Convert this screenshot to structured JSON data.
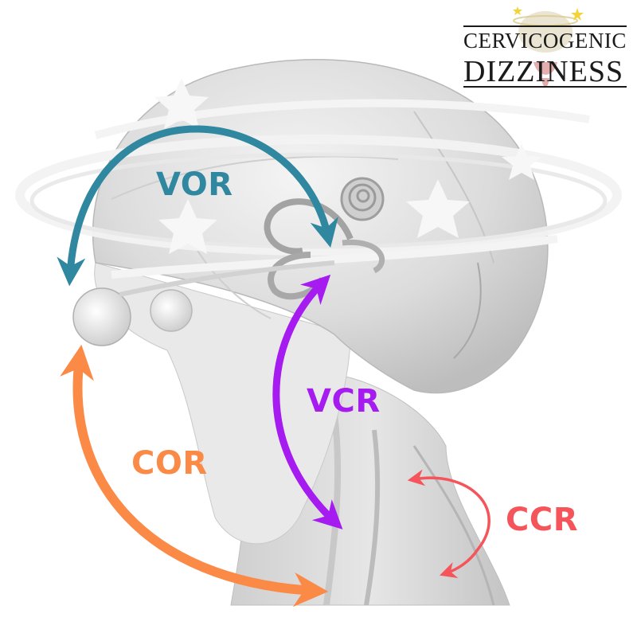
{
  "diagram": {
    "labels": {
      "vor": "VOR",
      "vcr": "VCR",
      "cor": "COR",
      "ccr": "CCR"
    },
    "colors": {
      "vor": "#2f87a0",
      "vcr": "#a61cf0",
      "cor": "#fa8a46",
      "ccr": "#f4545a",
      "head": "#d9d9d9",
      "orbit": "#f2f2f2"
    }
  },
  "logo": {
    "line1": "CERVICOGENIC",
    "line2": "DIZZINESS"
  },
  "icons": [
    "star-icon",
    "head-illustration",
    "inner-ear-illustration",
    "eyeball-illustration"
  ]
}
